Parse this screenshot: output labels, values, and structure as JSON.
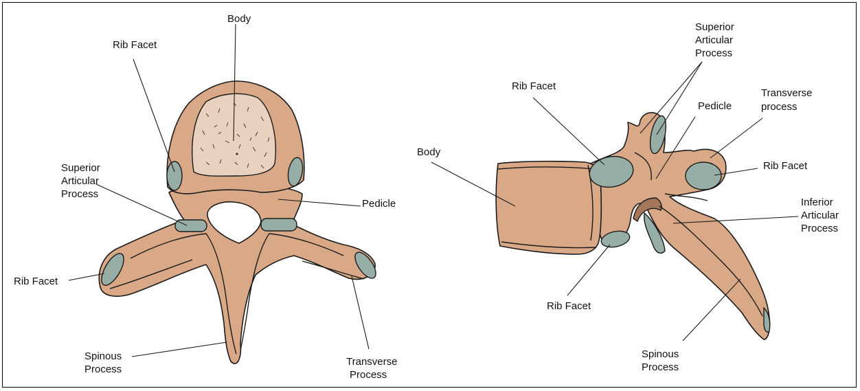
{
  "palette": {
    "bone": "#d9a887",
    "bone_shadow": "#a4775a",
    "facet": "#97aea6",
    "body_spongy": "#e8d2bf",
    "outline": "#1a1a1a"
  },
  "superior_view": {
    "labels": {
      "body": "Body",
      "rib_facet_top": "Rib Facet",
      "superior_articular_process": [
        "Superior",
        "Articular",
        "Process"
      ],
      "pedicle": "Pedicle",
      "rib_facet_left": "Rib Facet",
      "spinous_process": [
        "Spinous",
        "Process"
      ],
      "transverse_process": [
        "Transverse",
        "Process"
      ]
    }
  },
  "lateral_view": {
    "labels": {
      "superior_articular_process": [
        "Superior",
        "Articular",
        "Process"
      ],
      "rib_facet_top": "Rib Facet",
      "transverse_process": [
        "Transverse",
        "process"
      ],
      "pedicle": "Pedicle",
      "body": "Body",
      "rib_facet_right": "Rib Facet",
      "inferior_articular_process": [
        "Inferior",
        "Articular",
        "Process"
      ],
      "rib_facet_bottom": "Rib Facet",
      "spinous_process": [
        "Spinous",
        "Process"
      ]
    }
  }
}
